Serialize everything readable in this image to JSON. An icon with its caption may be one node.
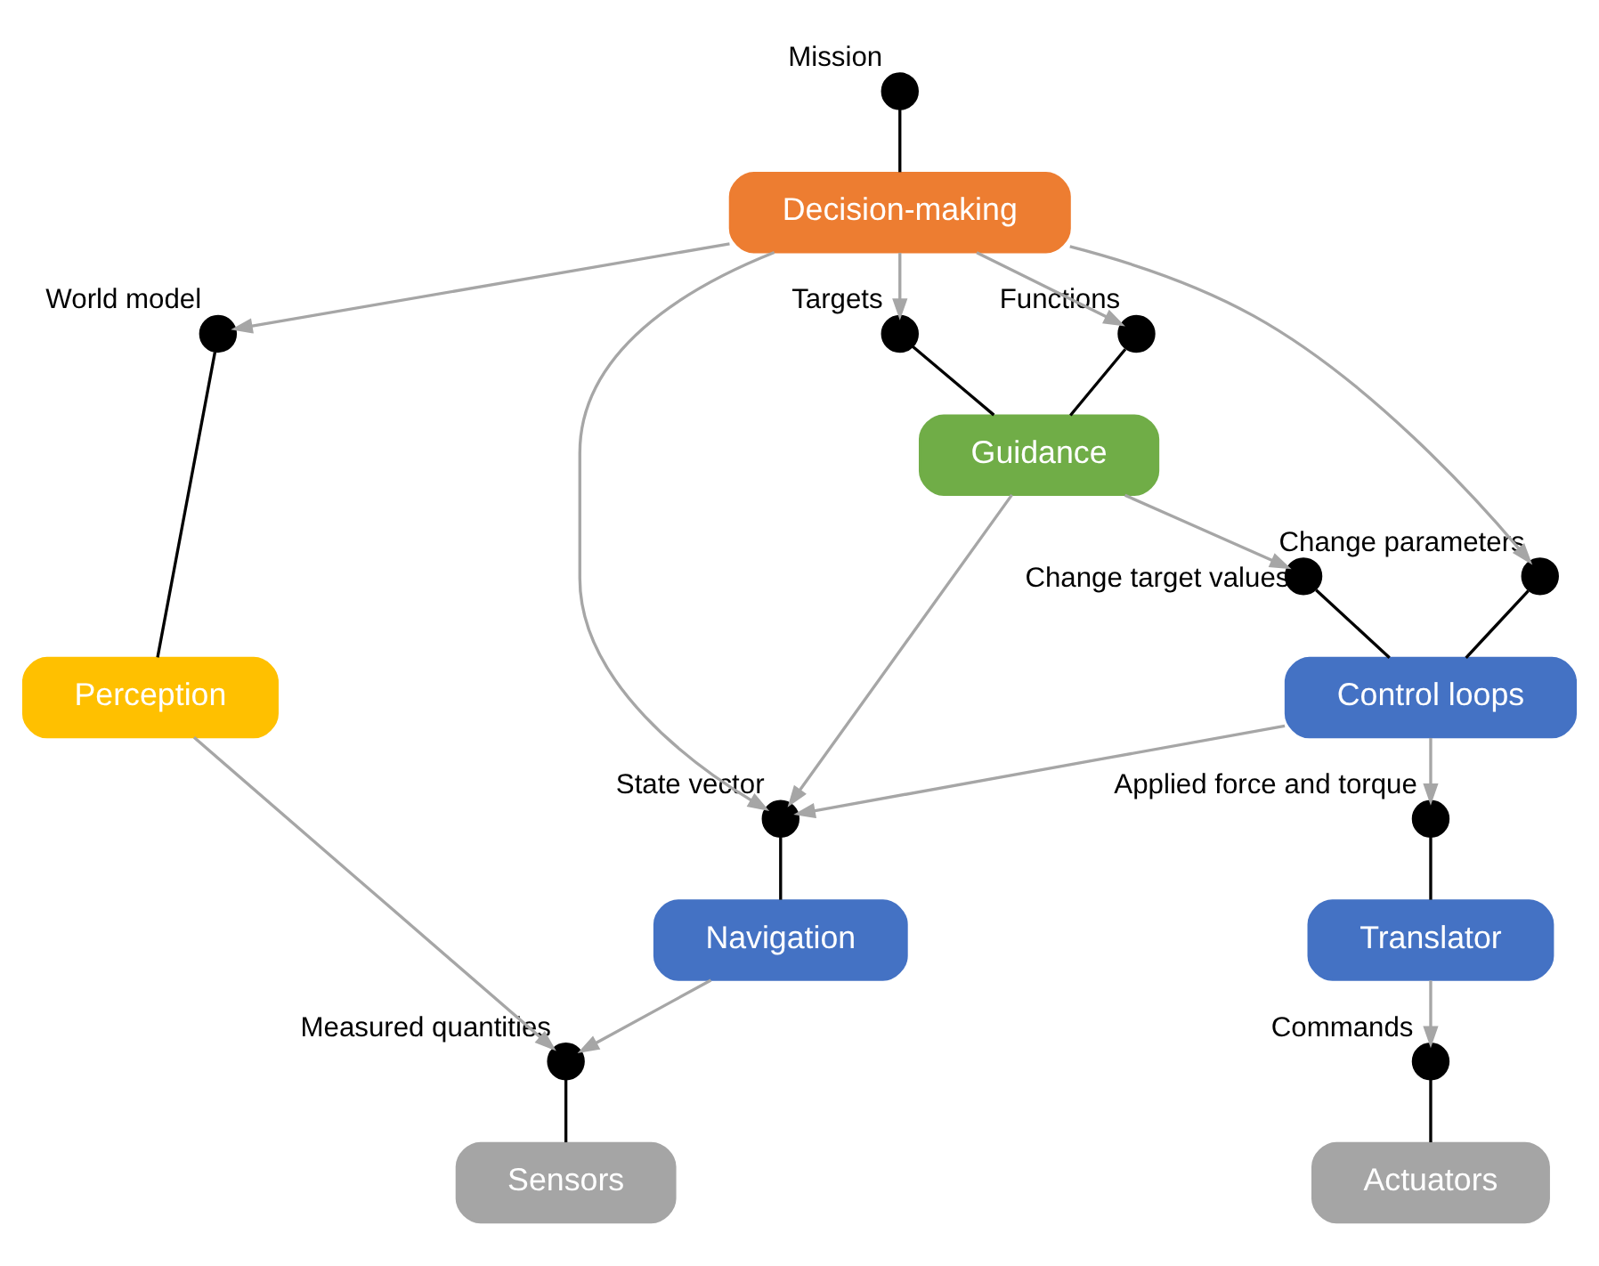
{
  "diagram": {
    "nodes": [
      {
        "text": [],
        "shape": "circle",
        "beside": [
          "Mission"
        ]
      },
      {
        "text": [
          "Decision-making"
        ]
      },
      {
        "text": [],
        "shape": "circle",
        "beside": [
          "Targets"
        ]
      },
      {
        "text": [],
        "shape": "circle",
        "beside": [
          "Functions"
        ]
      },
      {
        "text": [],
        "shape": "circle",
        "beside": [
          "Change parameters"
        ]
      },
      {
        "text": [
          "Guidance"
        ]
      },
      {
        "text": [],
        "shape": "circle",
        "beside": [
          "Change target values"
        ]
      },
      {
        "text": [],
        "shape": "circle",
        "beside": [
          "World model"
        ]
      },
      {
        "text": [],
        "shape": "circle",
        "beside": [
          "State vector"
        ]
      },
      {
        "text": [
          "Control loops"
        ]
      },
      {
        "text": [
          "Perception"
        ]
      },
      {
        "text": [],
        "shape": "circle",
        "beside": [
          "Applied force and torque"
        ]
      },
      {
        "text": [
          "Navigation"
        ]
      },
      {
        "text": [
          "Translator"
        ]
      },
      {
        "text": [],
        "shape": "circle",
        "beside": [
          "Measured quantities"
        ]
      },
      {
        "text": [],
        "shape": "circle",
        "beside": [
          "Commands"
        ]
      },
      {
        "text": [
          "Sensors"
        ]
      },
      {
        "text": [
          "Actuators"
        ]
      }
    ],
    "edges": [
      {
        "from": 0,
        "to": 1,
        "arrow": "none",
        "color": "#000000"
      },
      {
        "from": 1,
        "to": 2,
        "arrow": "to"
      },
      {
        "from": 1,
        "to": 3,
        "arrow": "to"
      },
      {
        "from": 1,
        "to": 4,
        "arrow": "to"
      },
      {
        "from": 1,
        "to": 7,
        "arrow": "to"
      },
      {
        "from": 1,
        "to": 8,
        "arrow": "to"
      },
      {
        "from": 2,
        "to": 5,
        "arrow": "none",
        "color": "#000000"
      },
      {
        "from": 3,
        "to": 5,
        "arrow": "none",
        "color": "#000000"
      },
      {
        "from": 4,
        "to": 9,
        "arrow": "none",
        "color": "#000000"
      },
      {
        "from": 5,
        "to": 8,
        "arrow": "to"
      },
      {
        "from": 5,
        "to": 6,
        "arrow": "to"
      },
      {
        "from": 6,
        "to": 9,
        "arrow": "none",
        "color": "#000000"
      },
      {
        "from": 7,
        "to": 10,
        "arrow": "none",
        "color": "#000000"
      },
      {
        "from": 9,
        "to": 8,
        "arrow": "to"
      },
      {
        "from": 9,
        "to": 11,
        "arrow": "to"
      },
      {
        "from": 8,
        "to": 12,
        "arrow": "none",
        "color": "#000000"
      },
      {
        "from": 11,
        "to": 13,
        "arrow": "none",
        "color": "#000000"
      },
      {
        "from": 10,
        "to": 14,
        "arrow": "to"
      },
      {
        "from": 12,
        "to": 14,
        "arrow": "to"
      },
      {
        "from": 14,
        "to": 16,
        "arrow": "none",
        "color": "#000000"
      },
      {
        "from": 13,
        "to": 15,
        "arrow": "to"
      },
      {
        "from": 15,
        "to": 17,
        "arrow": "none",
        "color": "#000000"
      }
    ]
  }
}
